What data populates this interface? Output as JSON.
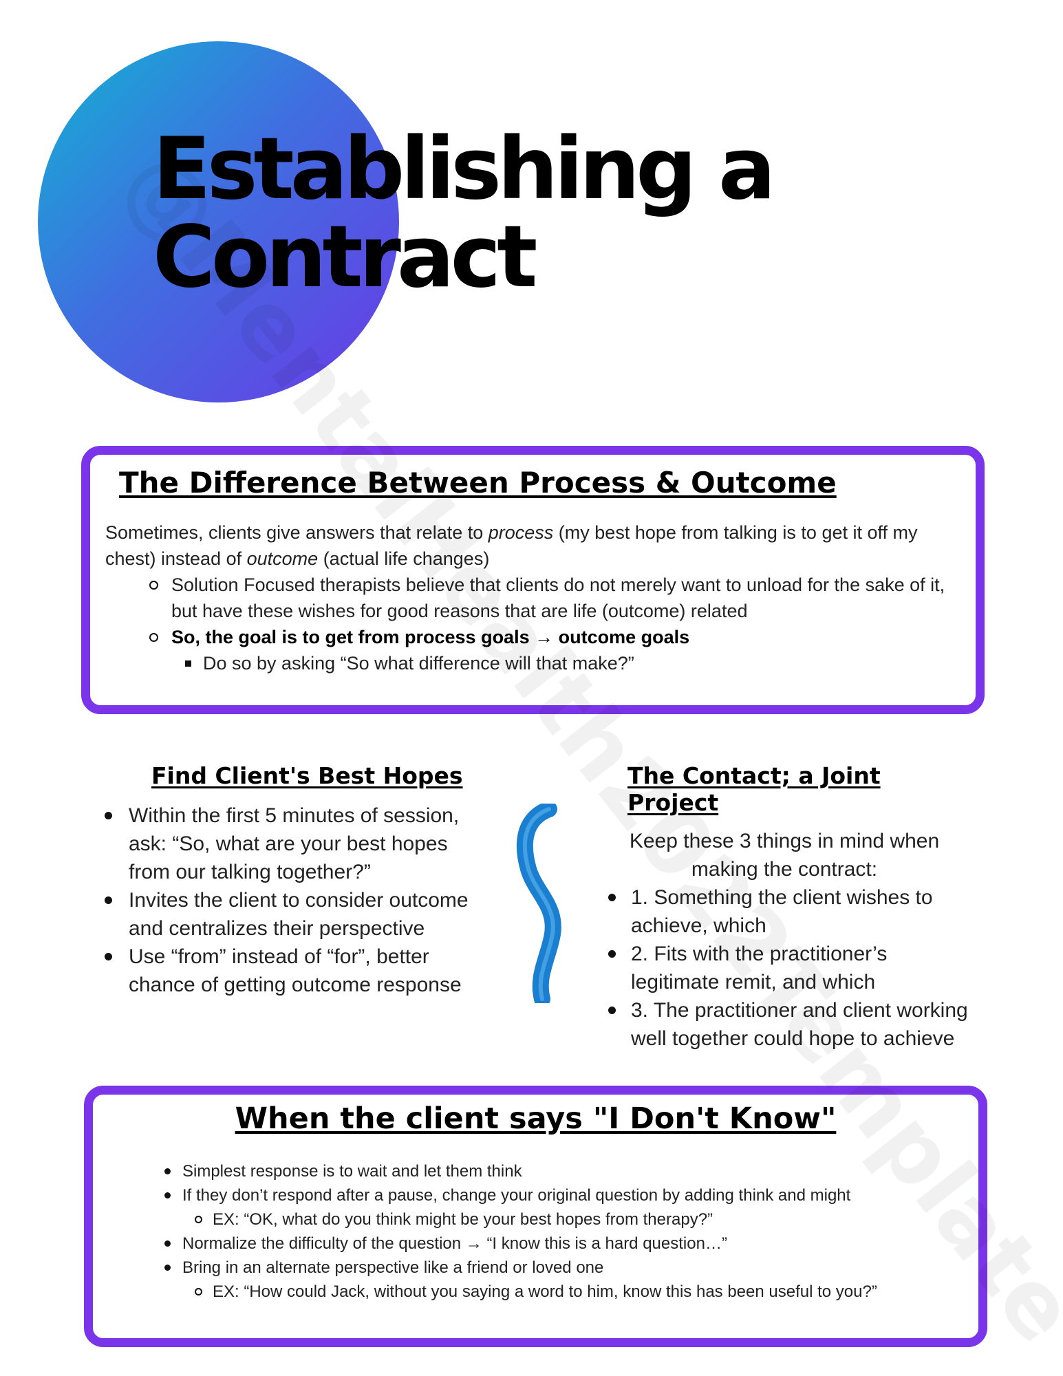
{
  "header": {
    "title_line1": "Establishing a",
    "title_line2": "Contract"
  },
  "watermark": "@MentalHealth2022Template",
  "process_outcome": {
    "heading": "The Difference Between Process & Outcome",
    "intro_1": "Sometimes, clients give answers that relate to ",
    "intro_process": "process",
    "intro_2": " (my best hope from talking is to get it off my chest) instead of ",
    "intro_outcome": "outcome",
    "intro_3": " (actual life changes)",
    "bullet_1": "Solution Focused therapists believe that clients do not merely want to unload for the sake of it, but have these wishes for good reasons that are life (outcome) related",
    "bullet_2": "So, the goal is to get from process goals → outcome goals",
    "sub_bullet": "Do so by asking “So what difference will that make?”"
  },
  "best_hopes": {
    "heading": "Find Client's Best Hopes",
    "items": [
      "Within the first 5 minutes of session, ask: “So, what are your best hopes from our talking together?”",
      "Invites the client to consider outcome and centralizes their perspective",
      "Use “from” instead of “for”, better chance of getting outcome response"
    ]
  },
  "joint_project": {
    "heading": "The Contact; a Joint Project",
    "intro": "Keep these 3 things in mind when making the contract:",
    "items": [
      "1. Something the client wishes to achieve, which",
      "2. Fits with the practitioner’s legitimate remit, and which",
      "3. The practitioner and client working well together could hope to achieve"
    ]
  },
  "dont_know": {
    "heading": "When the client says \"I Don't Know\"",
    "item_1": "Simplest response is to wait and let them think",
    "item_2": "If they don’t respond after a pause, change your original question by adding think and might",
    "item_2_ex": "EX: “OK, what do you think might be your best hopes from therapy?”",
    "item_3": "Normalize the difficulty of the question → “I know this is a hard question…”",
    "item_4": "Bring in an alternate perspective like a friend or loved one",
    "item_4_ex": "EX: “How could Jack, without you saying a word to him, know this has been useful to you?”"
  },
  "colors": {
    "circle_start": "#12b3d2",
    "circle_end": "#6a3ae6",
    "box_border": "#7a34ea",
    "stroke": "#1a7fd0"
  }
}
